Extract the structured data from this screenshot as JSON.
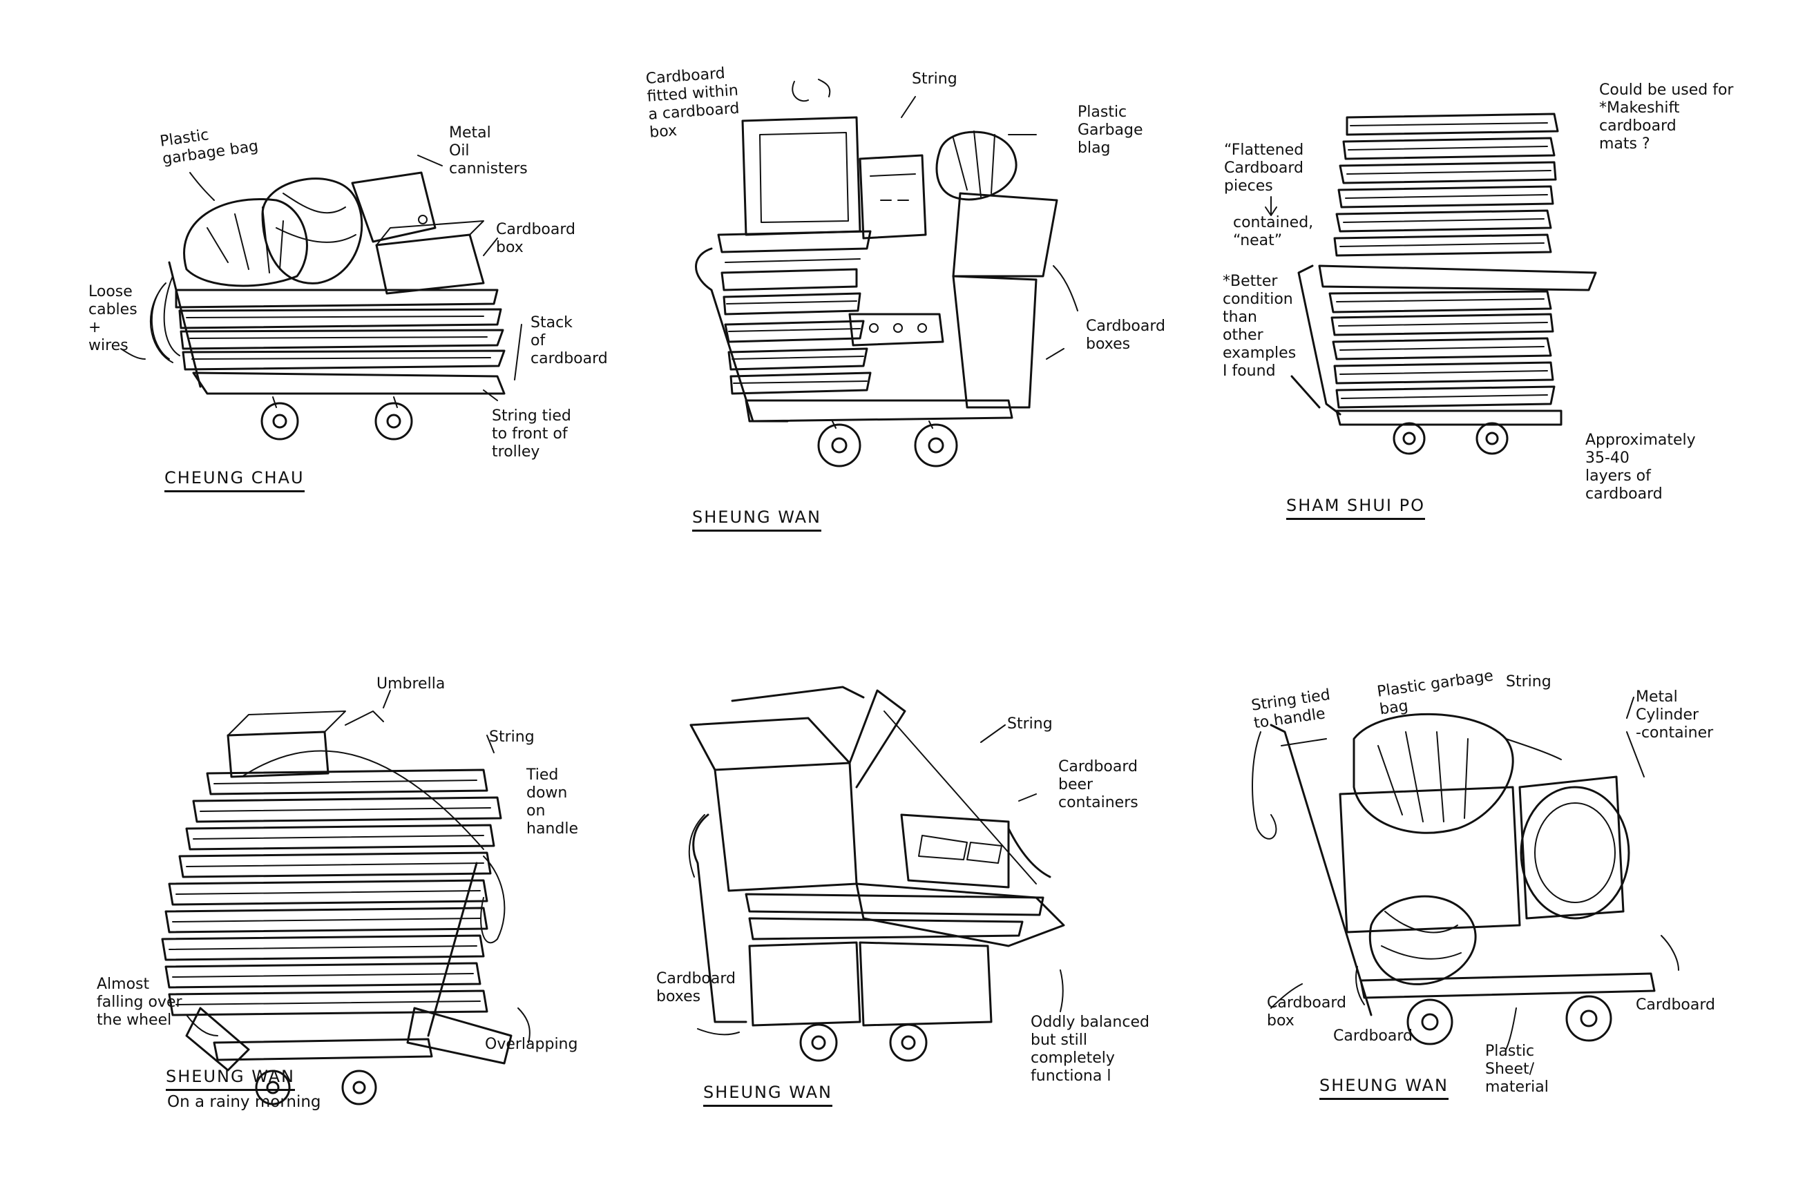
{
  "panels": {
    "cheung_chau": {
      "location": "CHEUNG CHAU",
      "notes": {
        "garbage_bag": "Plastic\ngarbage bag",
        "oil_cannisters": "Metal\nOil\ncannisters",
        "cardboard_box": "Cardboard\nbox",
        "loose_cables": "Loose\ncables\n+\nwires",
        "stack": "Stack\nof\ncardboard",
        "string": "String tied\nto front of\ntrolley"
      }
    },
    "sheung_wan_1": {
      "location": "SHEUNG WAN",
      "notes": {
        "fitted": "Cardboard\nfitted within\na cardboard\nbox",
        "string": "String",
        "garbage_bag": "Plastic\nGarbage\nblag",
        "boxes": "Cardboard\nboxes"
      }
    },
    "sham_shui_po": {
      "location": "SHAM SHUI PO",
      "notes": {
        "flattened": "“Flattened\nCardboard\npieces",
        "contained": "contained,\n“neat”",
        "better": "*Better\ncondition\nthan\nother\nexamples\nI found",
        "could_be": "Could be used for\n*Makeshift\ncardboard\nmats ?",
        "layers": "Approximately\n35-40\nlayers of\ncardboard"
      }
    },
    "sheung_wan_2": {
      "location": "SHEUNG WAN",
      "subtitle": "On a rainy morning",
      "notes": {
        "umbrella": "Umbrella",
        "string": "String",
        "tied": "Tied down\non\nhandle",
        "almost": "Almost\nfalling over\nthe wheel",
        "overlapping": "Overlapping"
      }
    },
    "sheung_wan_3": {
      "location": "SHEUNG WAN",
      "notes": {
        "string": "String",
        "beer": "Cardboard\nbeer\ncontainers",
        "boxes": "Cardboard\nboxes",
        "oddly": "Oddly balanced\nbut still\ncompletely\nfunctiona l"
      }
    },
    "sheung_wan_4": {
      "location": "SHEUNG WAN",
      "notes": {
        "string_handle": "String tied\nto handle",
        "garbage_bag": "Plastic garbage\nbag",
        "string": "String",
        "metal_cylinder": "Metal\nCylinder\n-container",
        "cardboard_box": "Cardboard\nbox",
        "cardboard_left": "Cardboard",
        "plastic_sheet": "Plastic\nSheet/\nmaterial",
        "cardboard_right": "Cardboard"
      }
    }
  }
}
